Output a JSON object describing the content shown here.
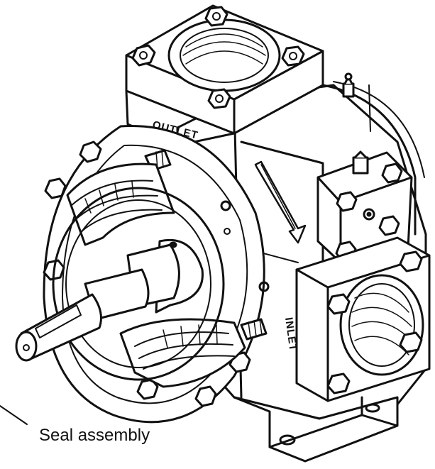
{
  "figure": {
    "callout_label": "Seal assembly",
    "outlet_marking": "OUTLET",
    "inlet_marking": "INLET"
  },
  "colors": {
    "ink": "#111111",
    "paper": "#ffffff"
  }
}
